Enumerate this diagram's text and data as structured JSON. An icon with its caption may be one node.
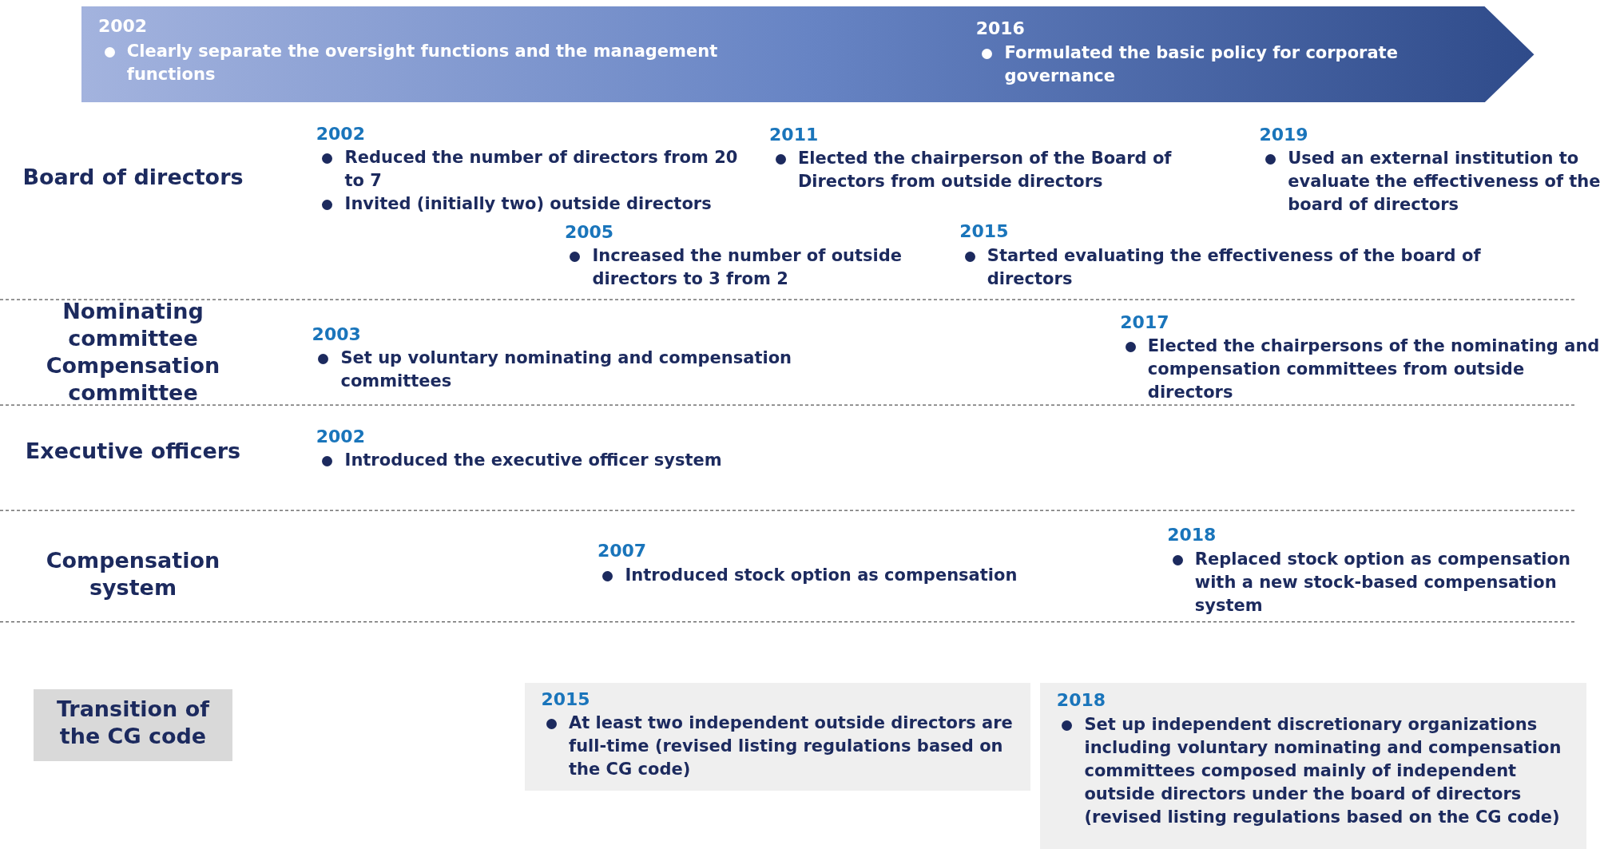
{
  "diagram": {
    "nodes": [
      {
        "text": [
          "2002",
          "Clearly separate the oversight functions and the management functions",
          "2016",
          "Formulated the basic policy for corporate governance"
        ]
      },
      {
        "text": [
          "Transition of the CG code"
        ]
      },
      {
        "text": [
          "2015",
          "At least two independent outside directors are full-time (revised listing regulations based on the CG code)"
        ]
      },
      {
        "text": [
          "2018",
          "Set up independent discretionary organizations including voluntary nominating and compensation committees composed mainly of independent outside directors under the board of directors (revised listing regulations based on the CG code)"
        ]
      }
    ],
    "labels": [
      "Board of directors",
      "2002",
      "Reduced the number of directors from 20 to 7",
      "Invited (initially two) outside directors",
      "2011",
      "Elected the chairperson of the Board of Directors from outside directors",
      "2019",
      "Used an external institution to evaluate the effectiveness of the board of directors",
      "2005",
      "Increased the number of outside directors to 3 from 2",
      "2015",
      "Started evaluating the effectiveness of the board of directors",
      "Nominating committee",
      "Compensation committee",
      "2003",
      "Set up voluntary nominating and compensation committees",
      "2017",
      "Elected the chairpersons of the nominating and compensation committees from outside directors",
      "Executive officers",
      "2002",
      "Introduced the executive officer system",
      "Compensation system",
      "2018",
      "Replaced stock option as compensation with a new stock-based compensation system",
      "2007",
      "Introduced stock option as compensation"
    ]
  }
}
